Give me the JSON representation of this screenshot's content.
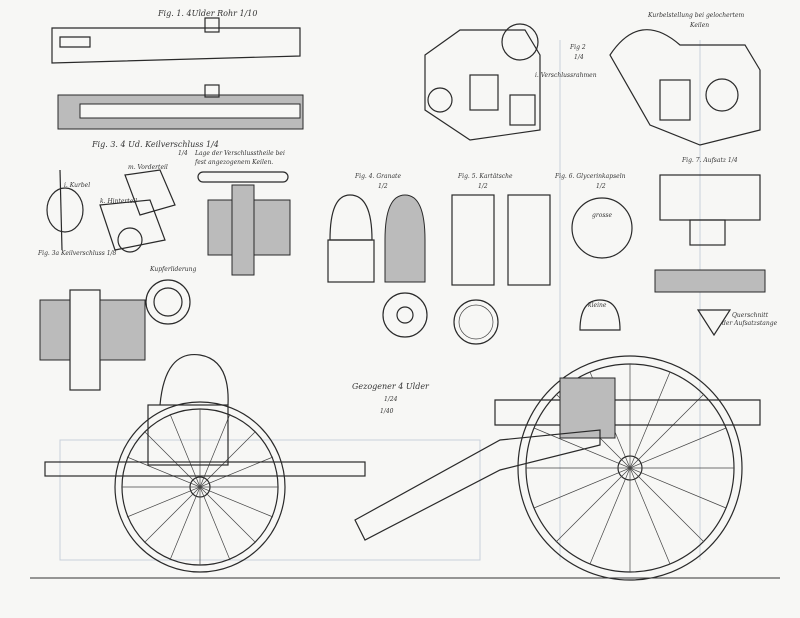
{
  "plate": {
    "fig1": "Fig. 1. 4Ulder Rohr 1/10",
    "kurbel_note_1": "Kurbelstellung bei gelochertem",
    "kurbel_note_2": "Keilen",
    "fig2": "Fig 2",
    "fig2_scale": "1/4",
    "verschlussrahmen": "i. Verschlussrahmen",
    "fig3": "Fig. 3. 4 Ud. Keilverschluss 1/4",
    "fig3_scale": "1/4",
    "lage_1": "Lage der Verschlusstheile bei",
    "lage_2": "fest angezogenem Keilen.",
    "kurbel": "i. Kurbel",
    "vorderteil": "m. Vorderteil",
    "hinterteil": "k. Hinterteil",
    "fig3a": "Fig. 3a Keilverschluss 1/8",
    "kupferliderung": "Kupferliderung",
    "fig4": "Fig. 4. Granate",
    "fig4_scale": "1/2",
    "fig5": "Fig. 5. Kartätsche",
    "fig5_scale": "1/2",
    "fig6": "Fig. 6. Glycerinkapseln",
    "fig6_scale": "1/2",
    "grosse": "grosse",
    "kleine": "kleine",
    "fig7": "Fig. 7. Aufsatz 1/4",
    "querschnitt_1": "Querschnitt",
    "querschnitt_2": "der Aufsatzstange",
    "title": "Gezogener 4 Ulder",
    "title_scale_1": "1/24",
    "title_scale_2": "1/40"
  }
}
